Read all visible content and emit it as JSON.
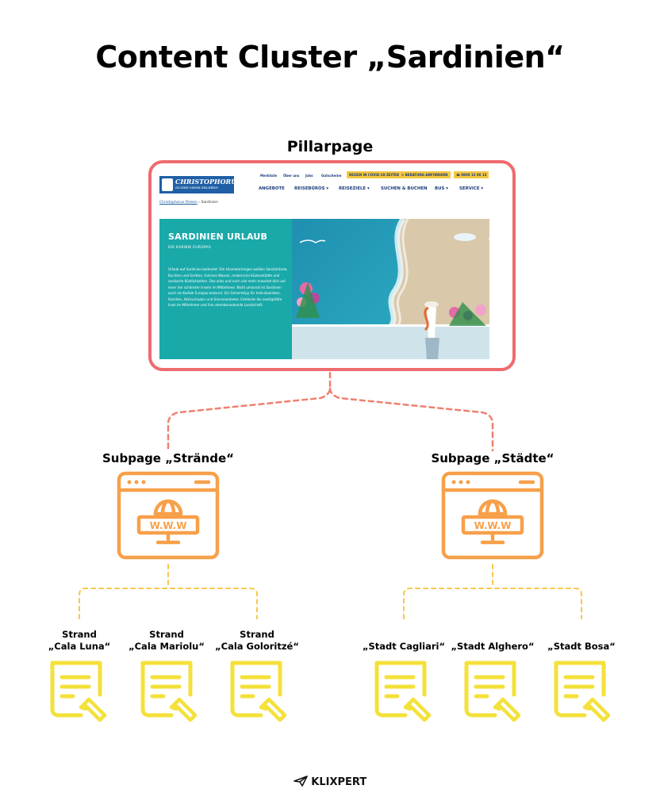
{
  "title": "Content Cluster „Sardinien“",
  "pillar": {
    "label": "Pillarpage",
    "site": {
      "logo_name": "CHRISTOPHORUS",
      "logo_tagline": "SICHER MEHR ERLEBEN",
      "top_links": [
        "Merkliste",
        "Über uns",
        "Jobs",
        "Gutscheine"
      ],
      "top_buttons": [
        "REISEN IN COVID-19-ZEITEN",
        "BERATUNG ANFORDERN",
        "0800 13 00 13"
      ],
      "nav": [
        "ANGEBOTE",
        "REISEBÜROS ▾",
        "REISEZIELE ▾",
        "SUCHEN & BUCHEN",
        "BUS ▾",
        "SERVICE ▾"
      ],
      "breadcrumb_home": "Christophorus Reisen",
      "breadcrumb_sep": "›",
      "breadcrumb_current": "Sardinien",
      "hero_title": "SARDINIEN URLAUB",
      "hero_subtitle": "DIE KARIBIK EUROPAS",
      "hero_text": "Urlaub auf Sardinien bedeutet: Die kilometerlangen weißen Sandstrände, Buchten und Grotten, türkises Wasser, malerische Küstenstädte und sardische Köstlichkeiten. Das alles und noch viel mehr erwartet dich auf einer der schönsten Inseln im Mittelmeer. Nicht umsonst ist Sardinien auch als Karibik Europas bekannt. Ein Geheimtipp für Individualisten, Familien, Aktivurlauber und Sonnenanbeter. Entdecke die zweitgrößte Insel im Mittelmeer und ihre atemberaubende Landschaft."
    }
  },
  "subpages": [
    {
      "label": "Subpage „Strände“",
      "icon_text": "W.W.W",
      "items": [
        {
          "line1": "Strand",
          "line2": "„Cala Luna“"
        },
        {
          "line1": "Strand",
          "line2": "„Cala Mariolu“"
        },
        {
          "line1": "Strand",
          "line2": "„Cala Goloritzé“"
        }
      ]
    },
    {
      "label": "Subpage „Städte“",
      "icon_text": "W.W.W",
      "items": [
        {
          "line1": "",
          "line2": "„Stadt Cagliari“"
        },
        {
          "line1": "",
          "line2": "„Stadt Alghero“"
        },
        {
          "line1": "",
          "line2": "„Stadt Bosa“"
        }
      ]
    }
  ],
  "brand": "KLIXPERT",
  "colors": {
    "pillar_frame": "#ee6b6e",
    "connector_red": "#f08070",
    "subpage_orange": "#f7a04a",
    "connector_yellow": "#f9c64a",
    "doc_yellow": "#f4e13a",
    "teal": "#1aa9a9"
  },
  "icons": [
    "browser-www-icon",
    "document-edit-icon",
    "paper-plane-icon"
  ]
}
